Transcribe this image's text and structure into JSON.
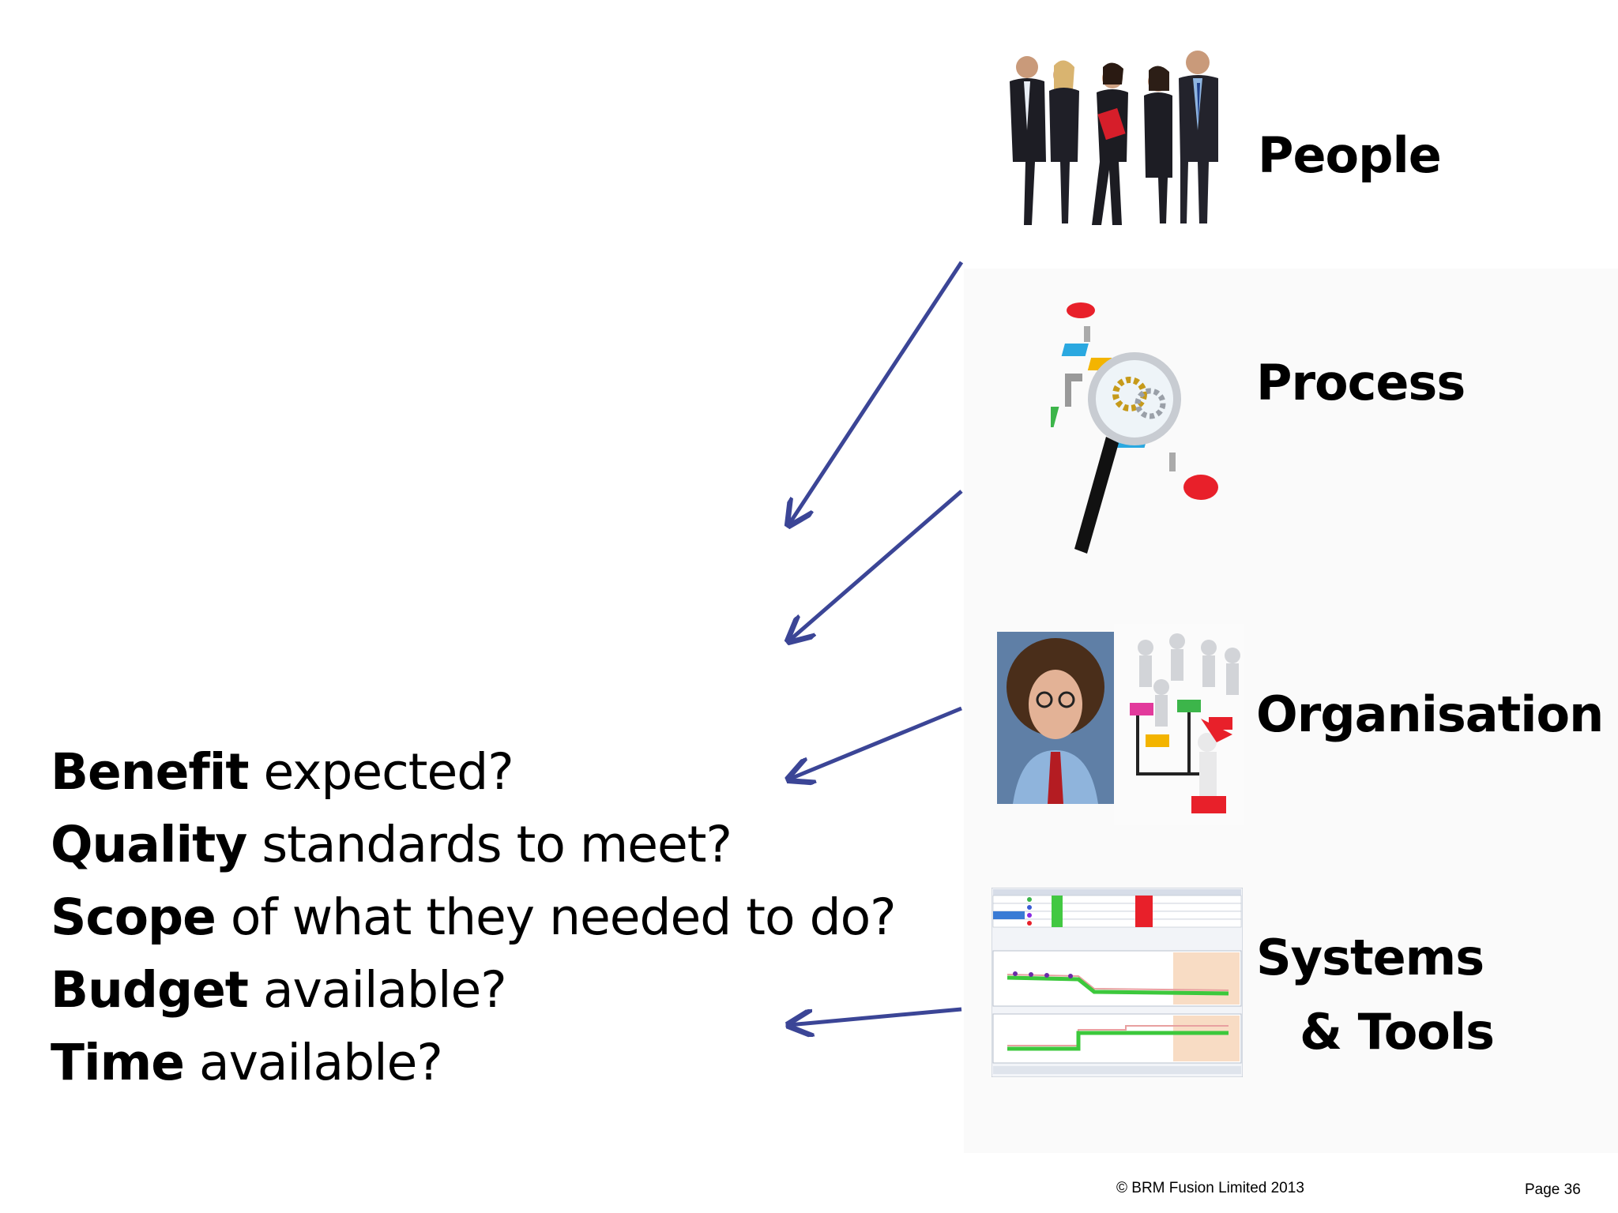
{
  "categories": {
    "people": "People",
    "process": "Process",
    "organisation": "Organisation",
    "systems_line1": "Systems",
    "systems_line2": "& Tools"
  },
  "questions": [
    {
      "bold": "Benefit",
      "rest": " expected?"
    },
    {
      "bold": "Quality",
      "rest": " standards to meet?"
    },
    {
      "bold": "Scope",
      "rest": " of what they needed to do?"
    },
    {
      "bold": "Budget",
      "rest": " available?"
    },
    {
      "bold": "Time",
      "rest": " available?"
    }
  ],
  "footer": {
    "copyright": "© BRM Fusion Limited   2013",
    "page": "Page 36"
  },
  "colors": {
    "arrow": "#3b4596",
    "text": "#000000"
  },
  "icons": {
    "people": "business-team-image",
    "process": "flowchart-magnifier-image",
    "organisation": "portrait-and-org-chart-image",
    "systems": "dashboard-screenshot-image"
  }
}
